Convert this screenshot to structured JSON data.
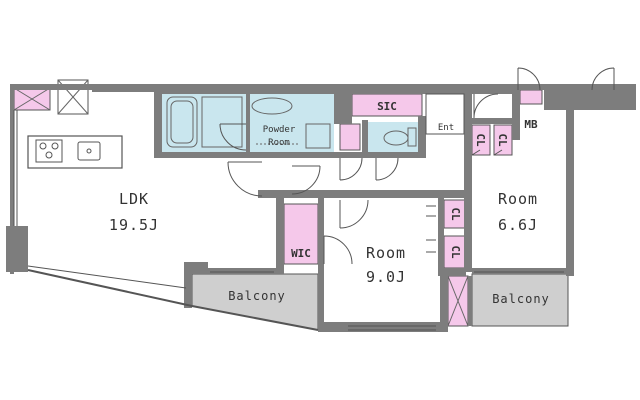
{
  "colors": {
    "wall": "#7d7d7d",
    "storage": "#f5c8ea",
    "wet_area": "#c9e6ee",
    "balcony": "#cfcfcf",
    "line": "#555555"
  },
  "rooms": {
    "ldk_name": "LDK",
    "ldk_size": "19.5J",
    "room1_name": "Room",
    "room1_size": "9.0J",
    "room2_name": "Room",
    "room2_size": "6.6J",
    "powder_line1": "Powder",
    "powder_line2": "Room"
  },
  "storage": {
    "sic": "SIC",
    "wic": "WIC",
    "cl": "CL",
    "mb": "MB",
    "entrance": "Ent"
  },
  "balconies": {
    "left": "Balcony",
    "right": "Balcony"
  }
}
